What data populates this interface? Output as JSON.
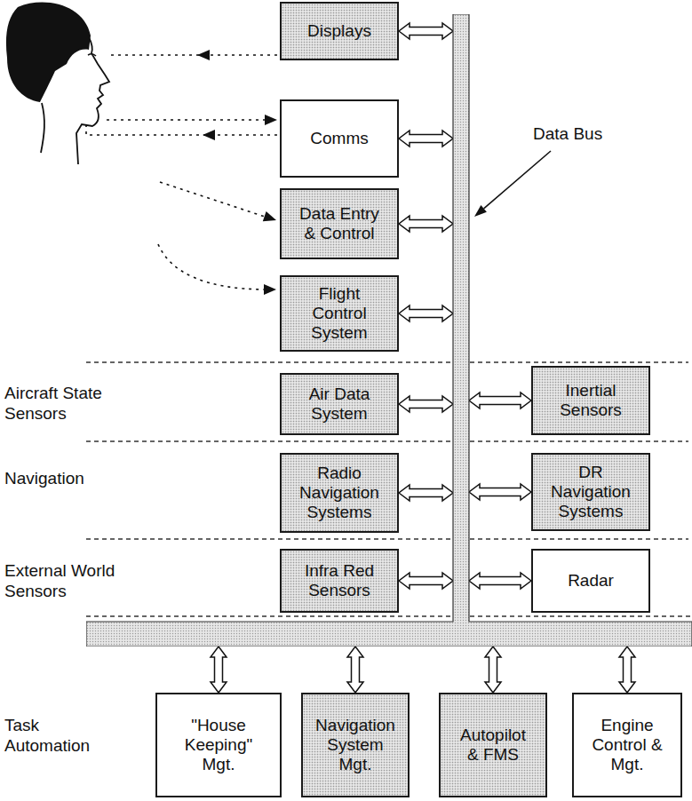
{
  "diagram": {
    "nodes": [
      {
        "text": [
          "Displays"
        ]
      },
      {
        "text": [
          "Data Bus"
        ]
      },
      {
        "text": [
          "Comms"
        ]
      },
      {
        "text": [
          "Data Entry & Control"
        ]
      },
      {
        "text": [
          "Flight Control System"
        ]
      },
      {
        "text": [
          "Air Data System"
        ]
      },
      {
        "text": [
          "Inertial Sensors"
        ]
      },
      {
        "text": [
          "Radio Navigation Systems"
        ]
      },
      {
        "text": [
          "DR Navigation Systems"
        ]
      },
      {
        "text": [
          "Infra Red Sensors"
        ]
      },
      {
        "text": [
          "Radar"
        ]
      },
      {
        "text": [
          "\"House Keeping\" Mgt."
        ]
      },
      {
        "text": [
          "Navigation System Mgt."
        ]
      },
      {
        "text": [
          "Autopilot & FMS"
        ]
      },
      {
        "text": [
          "Engine Control & Mgt."
        ]
      }
    ],
    "edges": [
      {
        "from": 0,
        "to": 1,
        "arrow": "both"
      },
      {
        "from": 2,
        "to": 1,
        "arrow": "both"
      },
      {
        "from": 3,
        "to": 1,
        "arrow": "both"
      },
      {
        "from": 4,
        "to": 1,
        "arrow": "both"
      },
      {
        "from": 5,
        "to": 1,
        "arrow": "both"
      },
      {
        "from": 6,
        "to": 1,
        "arrow": "both"
      },
      {
        "from": 7,
        "to": 1,
        "arrow": "both"
      },
      {
        "from": 8,
        "to": 1,
        "arrow": "both"
      },
      {
        "from": 9,
        "to": 1,
        "arrow": "both"
      },
      {
        "from": 10,
        "to": 1,
        "arrow": "both"
      },
      {
        "from": 11,
        "to": 1,
        "arrow": "both"
      },
      {
        "from": 12,
        "to": 1,
        "arrow": "both"
      },
      {
        "from": 13,
        "to": 1,
        "arrow": "both"
      },
      {
        "from": 14,
        "to": 1,
        "arrow": "both"
      }
    ],
    "labels": [
      "Aircraft State Sensors",
      "Navigation",
      "External World Sensors",
      "Task Automation"
    ]
  }
}
